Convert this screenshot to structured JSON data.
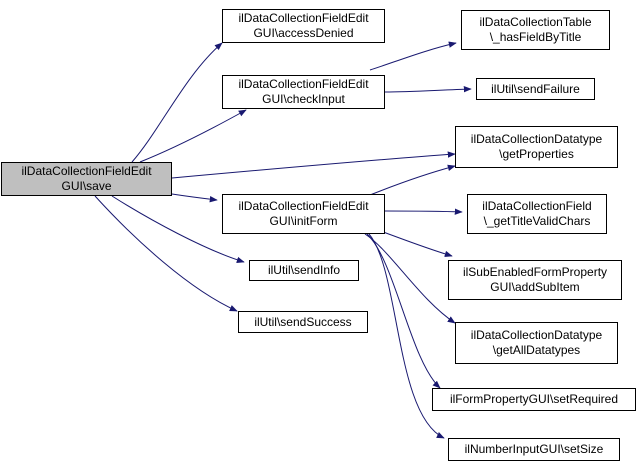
{
  "colors": {
    "edge": "#191970",
    "root_fill": "#bfbfbf",
    "node_fill": "#ffffff",
    "border": "#000000"
  },
  "nodes": {
    "save": {
      "line1": "ilDataCollectionFieldEdit",
      "line2": "GUI\\save"
    },
    "accessDenied": {
      "line1": "ilDataCollectionFieldEdit",
      "line2": "GUI\\accessDenied"
    },
    "checkInput": {
      "line1": "ilDataCollectionFieldEdit",
      "line2": "GUI\\checkInput"
    },
    "initForm": {
      "line1": "ilDataCollectionFieldEdit",
      "line2": "GUI\\initForm"
    },
    "sendInfo": {
      "line1": "ilUtil\\sendInfo"
    },
    "sendSuccess": {
      "line1": "ilUtil\\sendSuccess"
    },
    "hasFieldByTitle": {
      "line1": "ilDataCollectionTable",
      "line2": "\\_hasFieldByTitle"
    },
    "sendFailure": {
      "line1": "ilUtil\\sendFailure"
    },
    "getProperties": {
      "line1": "ilDataCollectionDatatype",
      "line2": "\\getProperties"
    },
    "getTitleValidChars": {
      "line1": "ilDataCollectionField",
      "line2": "\\_getTitleValidChars"
    },
    "addSubItem": {
      "line1": "ilSubEnabledFormProperty",
      "line2": "GUI\\addSubItem"
    },
    "getAllDatatypes": {
      "line1": "ilDataCollectionDatatype",
      "line2": "\\getAllDatatypes"
    },
    "setRequired": {
      "line1": "ilFormPropertyGUI\\setRequired"
    },
    "setSize": {
      "line1": "ilNumberInputGUI\\setSize"
    }
  },
  "edges": [
    {
      "from": "save",
      "to": "accessDenied"
    },
    {
      "from": "save",
      "to": "checkInput"
    },
    {
      "from": "save",
      "to": "getProperties"
    },
    {
      "from": "save",
      "to": "initForm"
    },
    {
      "from": "save",
      "to": "sendInfo"
    },
    {
      "from": "save",
      "to": "sendSuccess"
    },
    {
      "from": "checkInput",
      "to": "hasFieldByTitle"
    },
    {
      "from": "checkInput",
      "to": "sendFailure"
    },
    {
      "from": "initForm",
      "to": "getProperties"
    },
    {
      "from": "initForm",
      "to": "getTitleValidChars"
    },
    {
      "from": "initForm",
      "to": "addSubItem"
    },
    {
      "from": "initForm",
      "to": "getAllDatatypes"
    },
    {
      "from": "initForm",
      "to": "setRequired"
    },
    {
      "from": "initForm",
      "to": "setSize"
    }
  ]
}
